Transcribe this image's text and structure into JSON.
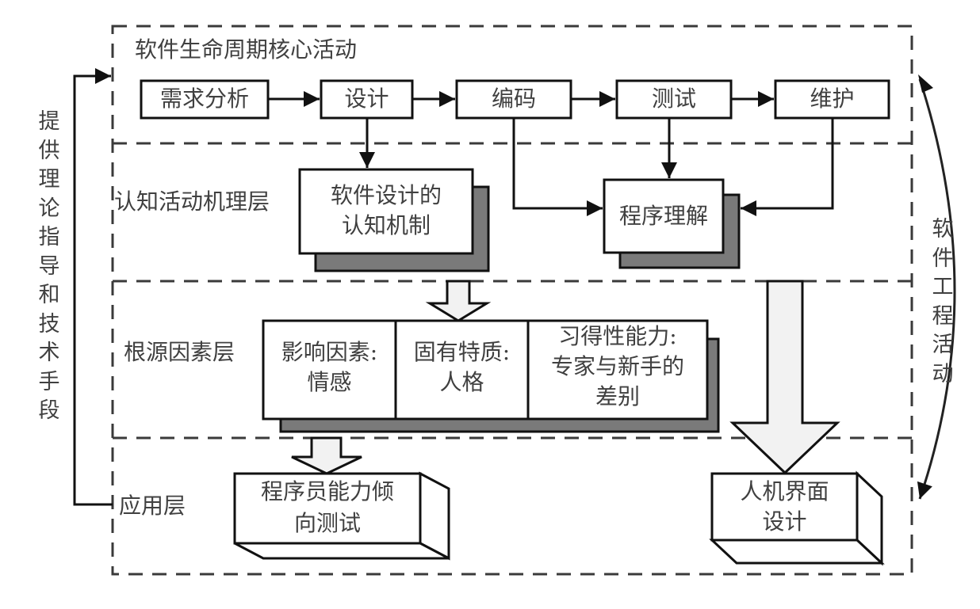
{
  "title": "软件生命周期核心活动",
  "lifecycle": {
    "steps": [
      {
        "id": "requirements",
        "label": "需求分析"
      },
      {
        "id": "design",
        "label": "设计"
      },
      {
        "id": "coding",
        "label": "编码"
      },
      {
        "id": "testing",
        "label": "测试"
      },
      {
        "id": "maintenance",
        "label": "维护"
      }
    ]
  },
  "layers": {
    "cognitive": {
      "label": "认知活动机理层",
      "boxes": {
        "design_cognition": [
          "软件设计的",
          "认知机制"
        ],
        "program_comprehension": [
          "程序理解"
        ]
      }
    },
    "root": {
      "label": "根源因素层",
      "cells": [
        {
          "lines": [
            "影响因素:",
            "情感"
          ]
        },
        {
          "lines": [
            "固有特质:",
            "人格"
          ]
        },
        {
          "lines": [
            "习得性能力:",
            "专家与新手的",
            "差别"
          ]
        }
      ]
    },
    "application": {
      "label": "应用层",
      "boxes": {
        "aptitude_test": [
          "程序员能力倾",
          "向测试"
        ],
        "hci_design": [
          "人机界面",
          "设计"
        ]
      }
    }
  },
  "side_labels": {
    "left": "提供理论指导和技术手段",
    "right": "软件工程活动"
  },
  "colors": {
    "line": "#1a1a1a",
    "shadow": "#7a7a7a",
    "arrow_fill": "#f2f2f2",
    "dash": "#3a3a3a"
  }
}
